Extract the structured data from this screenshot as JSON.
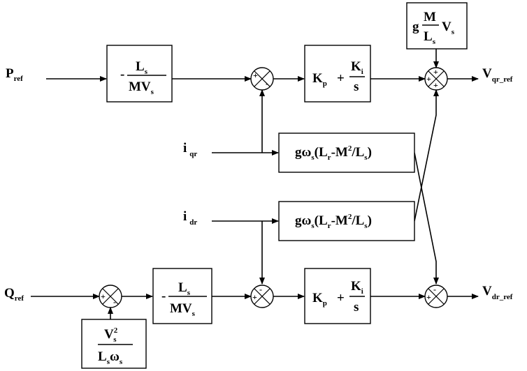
{
  "signals": {
    "p_ref": {
      "main": "P",
      "sub": "ref"
    },
    "q_ref": {
      "main": "Q",
      "sub": "ref"
    },
    "i_qr": {
      "main": "i",
      "sub": "qr"
    },
    "i_dr": {
      "main": "i",
      "sub": "dr"
    },
    "v_qr_ref": {
      "main": "V",
      "sub": "qr_ref"
    },
    "v_dr_ref": {
      "main": "V",
      "sub": "dr_ref"
    }
  },
  "blocks": {
    "gain_p": {
      "minus": "-",
      "num_main": "L",
      "num_sub": "s",
      "den_main": "MV",
      "den_sub": "s"
    },
    "gain_q": {
      "minus": "-",
      "num_main": "L",
      "num_sub": "s",
      "den_main": "MV",
      "den_sub": "s"
    },
    "pi_q": {
      "kp_main": "K",
      "kp_sub": "p",
      "plus": "+",
      "ki_main": "K",
      "ki_sub": "i",
      "den": "s"
    },
    "pi_d": {
      "kp_main": "K",
      "kp_sub": "p",
      "plus": "+",
      "ki_main": "K",
      "ki_sub": "i",
      "den": "s"
    },
    "ff_top": {
      "g": "g",
      "num": "M",
      "den_main": "L",
      "den_sub": "s",
      "v_main": "V",
      "v_sub": "s"
    },
    "coupling_q": {
      "g": "gω",
      "s1": "s",
      "open": "(L",
      "r": "r",
      "mid": "-M",
      "sq": "2",
      "slash": "/L",
      "s2": "s",
      "close": ")"
    },
    "coupling_d": {
      "g": "gω",
      "s1": "s",
      "open": "(L",
      "r": "r",
      "mid": "-M",
      "sq": "2",
      "slash": "/L",
      "s2": "s",
      "close": ")"
    },
    "q_comp": {
      "num_main": "V",
      "num_sup": "2",
      "num_sub": "s",
      "den_l": "L",
      "den_s1": "s",
      "den_w": "ω",
      "den_s2": "s"
    }
  },
  "summing_junctions": {
    "sj_p": {
      "s1": "+",
      "s2": "-"
    },
    "sj_vq": {
      "s1": "+",
      "s2": "+",
      "s3": "+"
    },
    "sj_q": {
      "s1": "+",
      "s2": "-"
    },
    "sj_id": {
      "s1": "+",
      "s2": "-"
    },
    "sj_vd": {
      "s1": "+",
      "s2": "-"
    }
  }
}
